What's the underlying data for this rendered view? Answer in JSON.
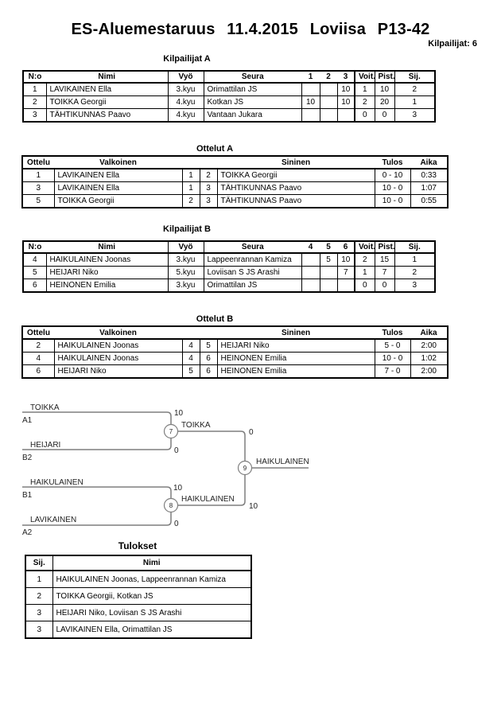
{
  "page": {
    "title": "ES-Aluemestaruus 11.4.2015 Loviisa P13-42",
    "participants": "Kilpailijat: 6"
  },
  "kilpailijat_a": {
    "heading": "Kilpailijat A",
    "headers": {
      "no": "N:o",
      "nimi": "Nimi",
      "vyo": "Vyö",
      "seura": "Seura",
      "m1": "1",
      "m2": "2",
      "m3": "3",
      "voit": "Voit.",
      "pist": "Pist.",
      "sij": "Sij."
    },
    "rows": [
      [
        "1",
        "LAVIKAINEN Ella",
        "3.kyu",
        "Orimattilan JS",
        "",
        "",
        "10",
        "1",
        "10",
        "2"
      ],
      [
        "2",
        "TOIKKA Georgii",
        "4.kyu",
        "Kotkan JS",
        "10",
        "",
        "10",
        "2",
        "20",
        "1"
      ],
      [
        "3",
        "TÄHTIKUNNAS Paavo",
        "4.kyu",
        "Vantaan Jukara",
        "",
        "",
        "",
        "0",
        "0",
        "3"
      ]
    ]
  },
  "ottelut_a": {
    "heading": "Ottelut A",
    "headers": {
      "ottelu": "Ottelu",
      "valkoinen": "Valkoinen",
      "sininen": "Sininen",
      "tulos": "Tulos",
      "aika": "Aika"
    },
    "rows": [
      [
        "1",
        "LAVIKAINEN Ella",
        "1",
        "2",
        "TOIKKA Georgii",
        "0 - 10",
        "0:33"
      ],
      [
        "3",
        "LAVIKAINEN Ella",
        "1",
        "3",
        "TÄHTIKUNNAS Paavo",
        "10 - 0",
        "1:07"
      ],
      [
        "5",
        "TOIKKA Georgii",
        "2",
        "3",
        "TÄHTIKUNNAS Paavo",
        "10 - 0",
        "0:55"
      ]
    ]
  },
  "kilpailijat_b": {
    "heading": "Kilpailijat B",
    "headers": {
      "no": "N:o",
      "nimi": "Nimi",
      "vyo": "Vyö",
      "seura": "Seura",
      "m1": "4",
      "m2": "5",
      "m3": "6",
      "voit": "Voit.",
      "pist": "Pist.",
      "sij": "Sij."
    },
    "rows": [
      [
        "4",
        "HAIKULAINEN Joonas",
        "3.kyu",
        "Lappeenrannan Kamiza",
        "",
        "5",
        "10",
        "2",
        "15",
        "1"
      ],
      [
        "5",
        "HEIJARI Niko",
        "5.kyu",
        "Loviisan S JS Arashi",
        "",
        "",
        "7",
        "1",
        "7",
        "2"
      ],
      [
        "6",
        "HEINONEN Emilia",
        "3.kyu",
        "Orimattilan JS",
        "",
        "",
        "",
        "0",
        "0",
        "3"
      ]
    ]
  },
  "ottelut_b": {
    "heading": "Ottelut B",
    "headers": {
      "ottelu": "Ottelu",
      "valkoinen": "Valkoinen",
      "sininen": "Sininen",
      "tulos": "Tulos",
      "aika": "Aika"
    },
    "rows": [
      [
        "2",
        "HAIKULAINEN Joonas",
        "4",
        "5",
        "HEIJARI Niko",
        "5 - 0",
        "2:00"
      ],
      [
        "4",
        "HAIKULAINEN Joonas",
        "4",
        "6",
        "HEINONEN Emilia",
        "10 - 0",
        "1:02"
      ],
      [
        "6",
        "HEIJARI Niko",
        "5",
        "6",
        "HEINONEN Emilia",
        "7 - 0",
        "2:00"
      ]
    ]
  },
  "bracket": {
    "sf1": {
      "match_no": "7",
      "top_name": "TOIKKA",
      "top_seed": "A1",
      "top_score": "10",
      "bottom_name": "HEIJARI",
      "bottom_seed": "B2",
      "bottom_score": "0",
      "winner": "TOIKKA",
      "winner_score": "0"
    },
    "sf2": {
      "match_no": "8",
      "top_name": "HAIKULAINEN",
      "top_seed": "B1",
      "top_score": "10",
      "bottom_name": "LAVIKAINEN",
      "bottom_seed": "A2",
      "bottom_score": "0",
      "winner": "HAIKULAINEN",
      "winner_score": "10"
    },
    "final": {
      "match_no": "9",
      "winner": "HAIKULAINEN"
    }
  },
  "tulokset": {
    "heading": "Tulokset",
    "headers": {
      "sij": "Sij.",
      "nimi": "Nimi"
    },
    "rows": [
      [
        "1",
        "HAIKULAINEN Joonas, Lappeenrannan Kamiza"
      ],
      [
        "2",
        "TOIKKA Georgii, Kotkan JS"
      ],
      [
        "3",
        "HEIJARI Niko, Loviisan S JS Arashi"
      ],
      [
        "3",
        "LAVIKAINEN Ella, Orimattilan JS"
      ]
    ]
  },
  "colors": {
    "table_border": "#000000",
    "bracket_line": "#7f7f7f",
    "text": "#000000"
  }
}
